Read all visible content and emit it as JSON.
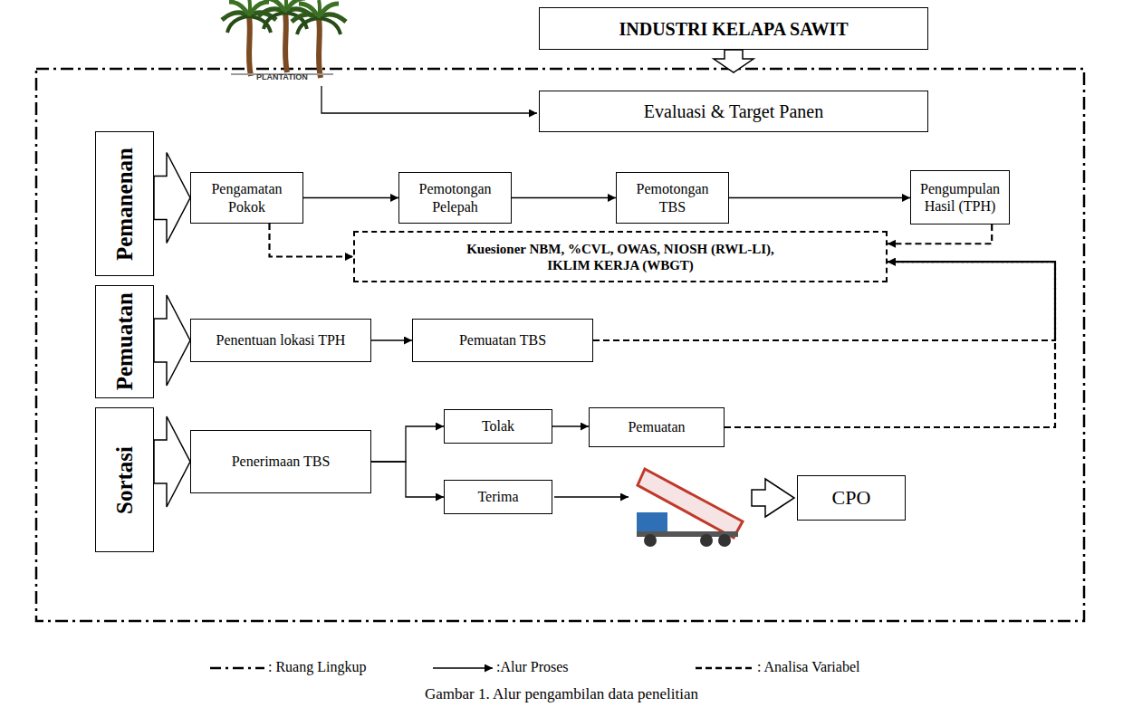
{
  "diagram": {
    "caption": "Gambar 1. Alur pengambilan data penelitian",
    "nodes": [
      {
        "text": [
          "INDUSTRI KELAPA SAWIT"
        ]
      },
      {
        "text": [
          "Evaluasi & Target Panen"
        ]
      },
      {
        "text": [
          "Pemanenan"
        ]
      },
      {
        "text": [
          "Pengamatan Pokok"
        ]
      },
      {
        "text": [
          "Pemotongan Pelepah"
        ]
      },
      {
        "text": [
          "Pemotongan TBS"
        ]
      },
      {
        "text": [
          "Pengumpulan Hasil (TPH)"
        ]
      },
      {
        "text": [
          "Kuesioner NBM, %CVL, OWAS, NIOSH (RWL-LI), IKLIM KERJA (WBGT)"
        ]
      },
      {
        "text": [
          "Pemuatan"
        ]
      },
      {
        "text": [
          "Penentuan lokasi TPH"
        ]
      },
      {
        "text": [
          "Pemuatan TBS"
        ]
      },
      {
        "text": [
          "Sortasi"
        ]
      },
      {
        "text": [
          "Penerimaan TBS"
        ]
      },
      {
        "text": [
          "Tolak"
        ]
      },
      {
        "text": [
          "Pemuatan"
        ]
      },
      {
        "text": [
          "Terima"
        ]
      },
      {
        "text": [
          "CPO"
        ]
      }
    ],
    "edges": [
      {
        "from": 2,
        "to": 3,
        "arrow": "to"
      },
      {
        "from": 3,
        "to": 4,
        "arrow": "to"
      },
      {
        "from": 4,
        "to": 5,
        "arrow": "to"
      },
      {
        "from": 5,
        "to": 6,
        "arrow": "to"
      },
      {
        "from": 3,
        "to": 7,
        "arrow": "to"
      },
      {
        "from": 6,
        "to": 7,
        "arrow": "to"
      },
      {
        "from": 8,
        "to": 9,
        "arrow": "to"
      },
      {
        "from": 9,
        "to": 10,
        "arrow": "to"
      },
      {
        "from": 10,
        "to": 7,
        "arrow": "to"
      },
      {
        "from": 11,
        "to": 12,
        "arrow": "to"
      },
      {
        "from": 12,
        "to": 13,
        "arrow": "to"
      },
      {
        "from": 12,
        "to": 15,
        "arrow": "to"
      },
      {
        "from": 13,
        "to": 14,
        "arrow": "to"
      },
      {
        "from": 14,
        "to": 7,
        "arrow": "to"
      }
    ],
    "labels": [
      "PLANTATION"
    ],
    "legend": [
      {
        "text": ": Ruang Lingkup"
      },
      {
        "text": ":Alur Proses"
      },
      {
        "text": ": Analisa Variabel"
      }
    ]
  }
}
